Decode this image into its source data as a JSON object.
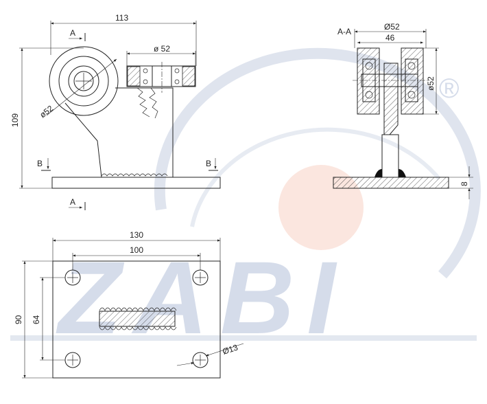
{
  "drawing": {
    "watermark": {
      "brand": "ZABI",
      "registered": "®",
      "colors": {
        "ring": "#dfe4ee",
        "letters": "#d5dcea",
        "disc": "#fbe6df"
      }
    },
    "side_view": {
      "dim_width": "113",
      "dim_height": "109",
      "dim_wheel_dia": "ø52",
      "dim_roller_dia": "ø 52",
      "section_a_top": "A",
      "section_a_bottom": "A",
      "section_b_left": "B",
      "section_b_right": "B"
    },
    "section_view": {
      "label": "A-A",
      "dim_outer_dia": "Ø52",
      "dim_inner_width": "46",
      "dim_side_dia": "ø52",
      "dim_plate_thickness": "8"
    },
    "plate_view": {
      "dim_width": "130",
      "dim_hole_spacing_x": "100",
      "dim_height": "90",
      "dim_hole_spacing_y": "64",
      "dim_hole_dia": "Ø13"
    }
  }
}
